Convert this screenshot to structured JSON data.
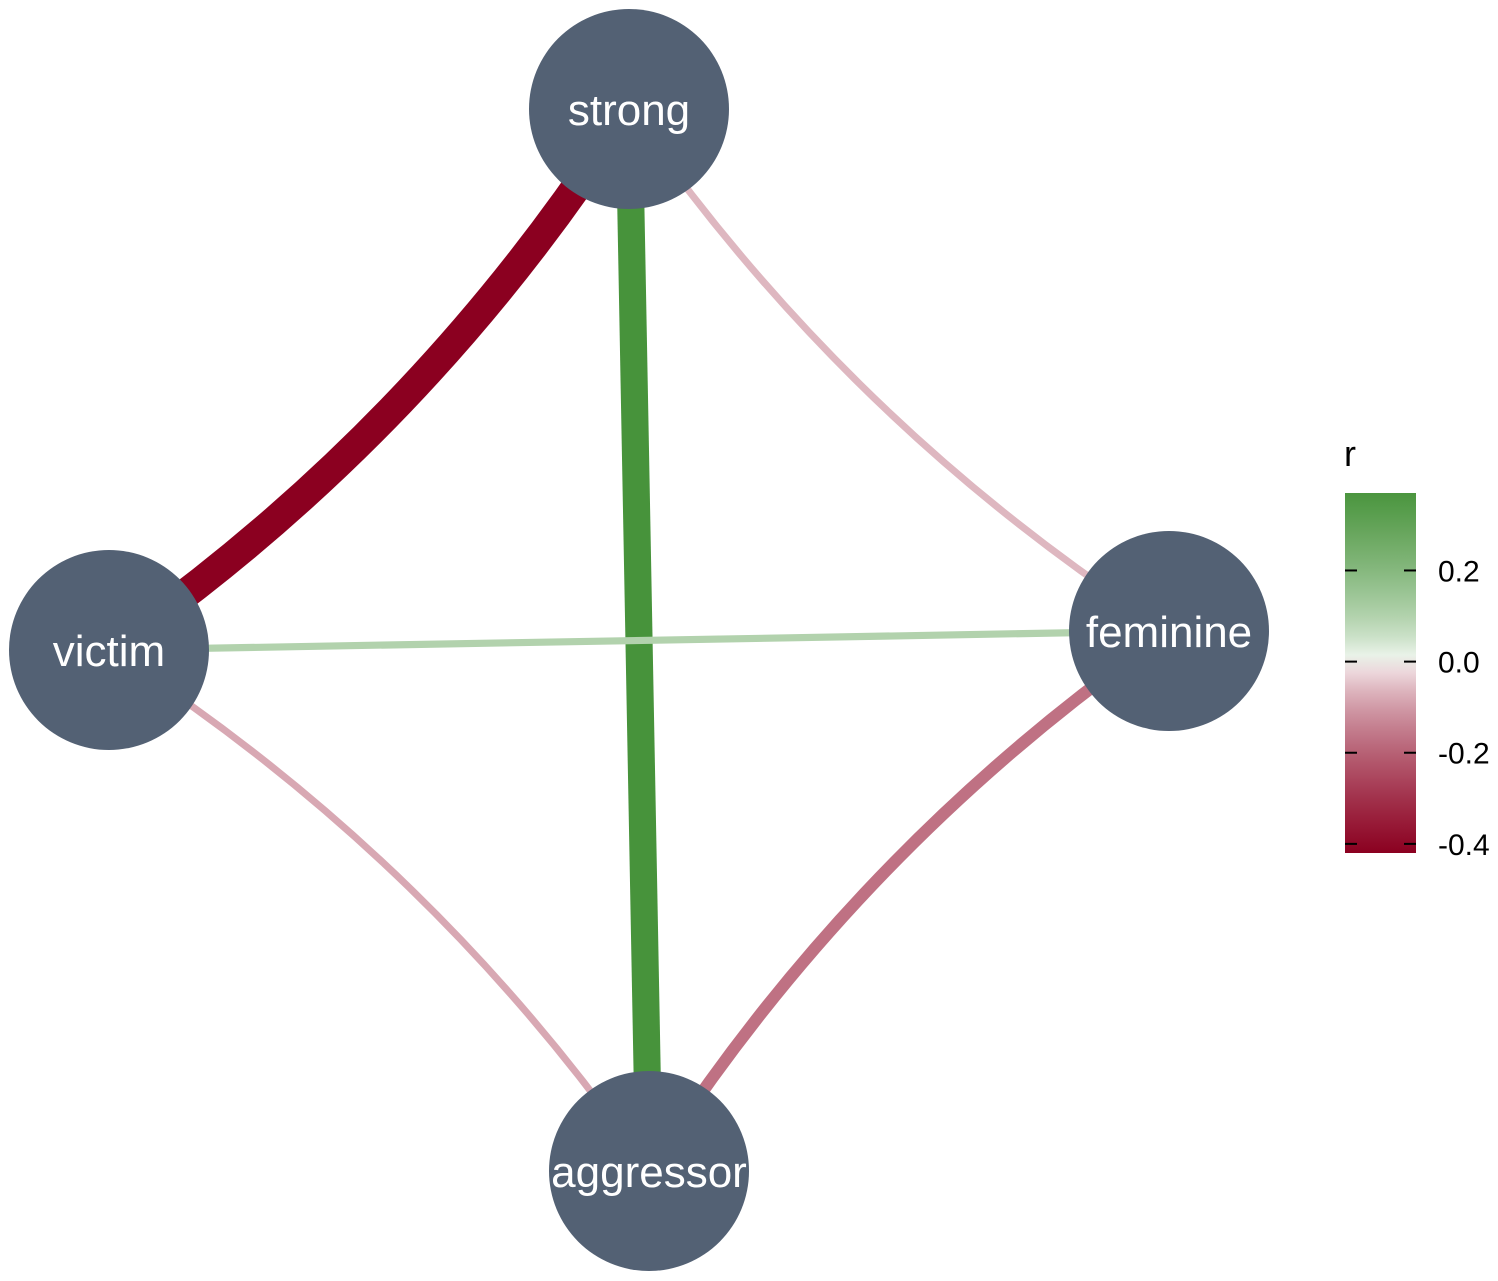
{
  "chart_data": {
    "type": "network",
    "node_color": "#536174",
    "nodes": [
      {
        "id": "strong",
        "label": "strong"
      },
      {
        "id": "victim",
        "label": "victim"
      },
      {
        "id": "feminine",
        "label": "feminine"
      },
      {
        "id": "aggressor",
        "label": "aggressor"
      }
    ],
    "edges": [
      {
        "from": "strong",
        "to": "victim",
        "r": -0.42
      },
      {
        "from": "strong",
        "to": "aggressor",
        "r": 0.38
      },
      {
        "from": "strong",
        "to": "feminine",
        "r": -0.06
      },
      {
        "from": "victim",
        "to": "feminine",
        "r": 0.1
      },
      {
        "from": "victim",
        "to": "aggressor",
        "r": -0.08
      },
      {
        "from": "feminine",
        "to": "aggressor",
        "r": -0.17
      }
    ],
    "legend": {
      "title": "r",
      "range": [
        -0.42,
        0.37
      ],
      "ticks": [
        0.2,
        0.0,
        -0.2,
        -0.4
      ],
      "tick_labels": [
        "0.2",
        "0.0",
        "-0.2",
        "-0.4"
      ],
      "color_negative": "#8B0020",
      "color_zero": "#FFFFFF",
      "color_positive": "#3B8C2E"
    }
  }
}
